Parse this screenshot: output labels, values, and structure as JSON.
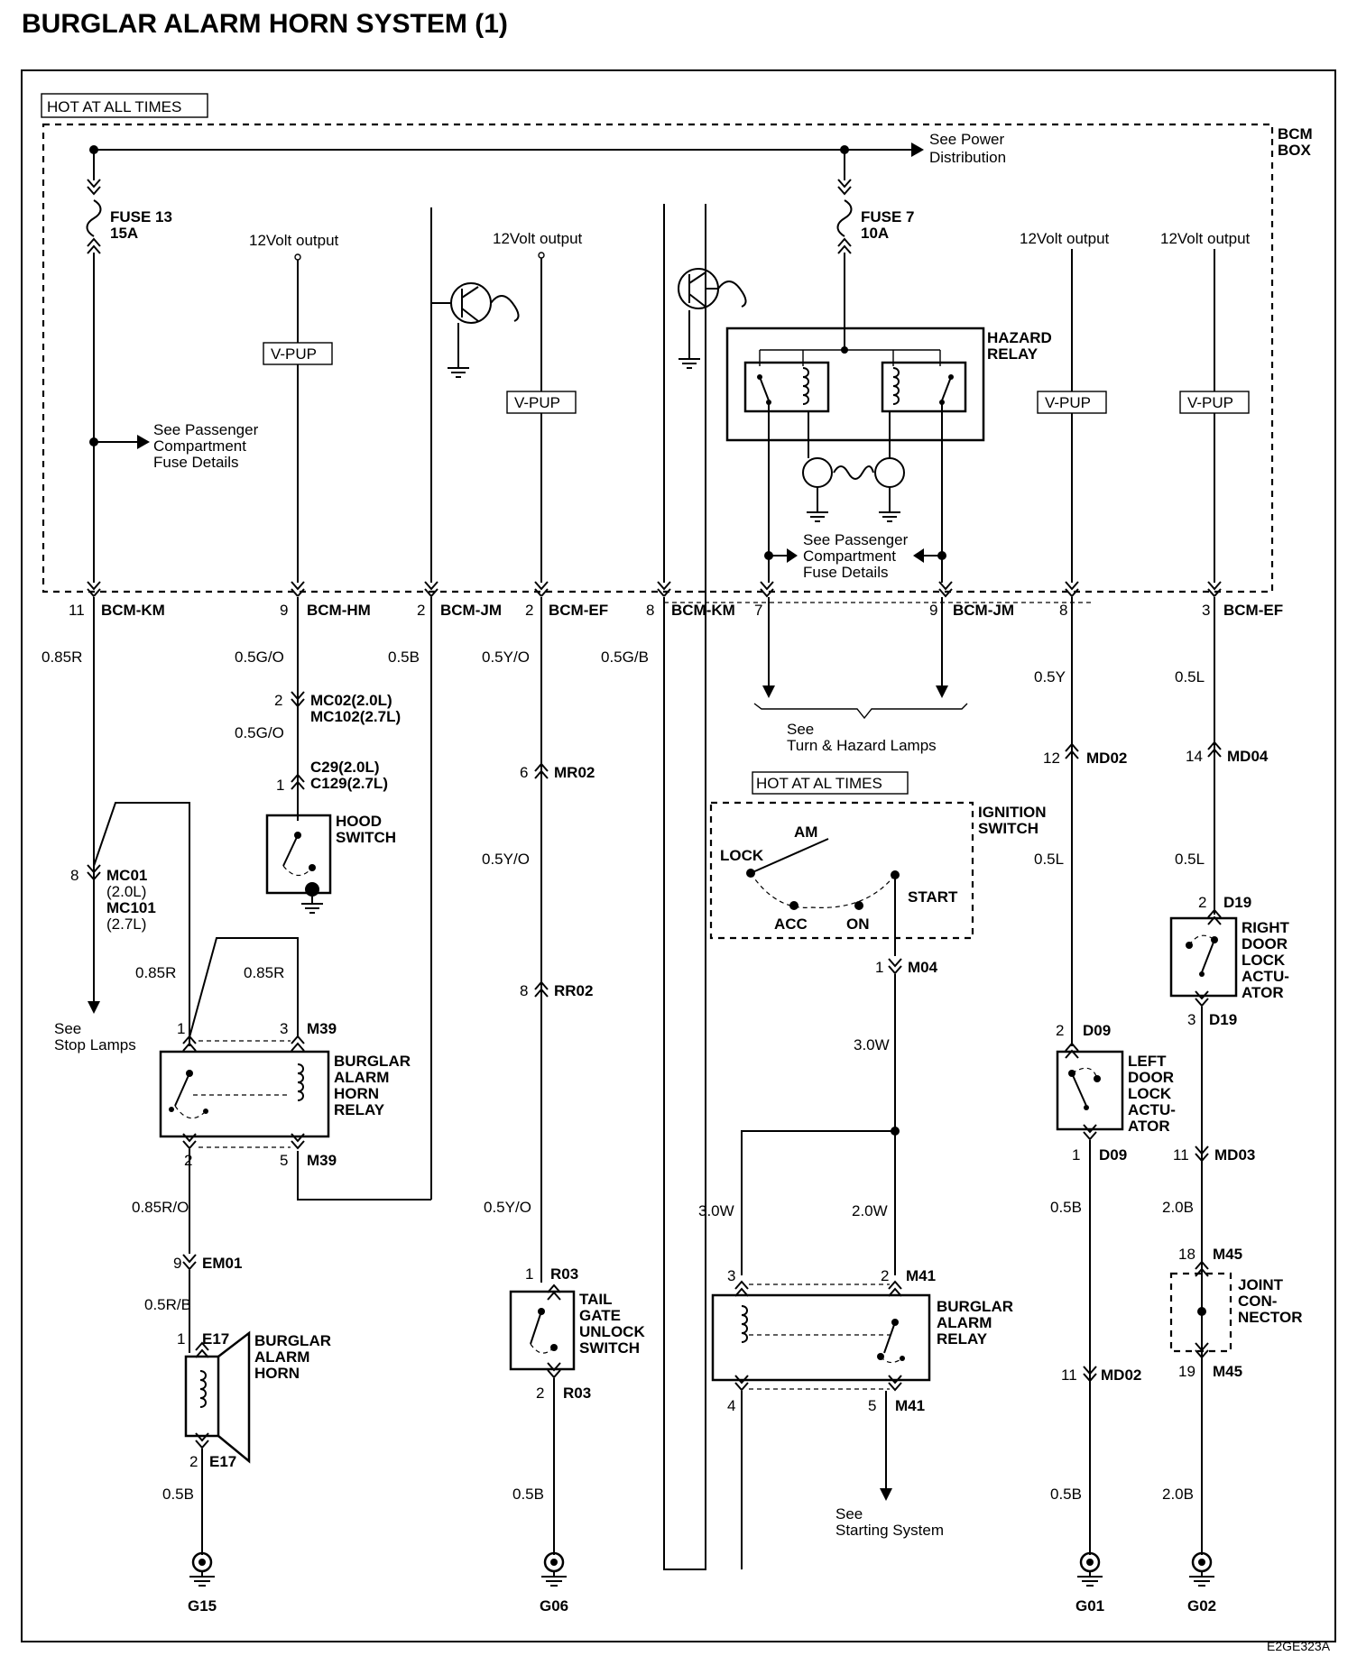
{
  "title": "BURGLAR ALARM HORN SYSTEM (1)",
  "footer_code": "E2GE323A",
  "hot_at_all_times": "HOT AT ALL TIMES",
  "hot_at_al_times": "HOT AT AL TIMES",
  "bcm_box": [
    "BCM",
    "BOX"
  ],
  "see_power_distribution": [
    "See Power",
    "Distribution"
  ],
  "fuse13": [
    "FUSE 13",
    "15A"
  ],
  "fuse7": [
    "FUSE 7",
    "10A"
  ],
  "twelve_volt": "12Volt output",
  "vpup": "V-PUP",
  "see_passenger_fuse": [
    "See Passenger",
    "Compartment",
    "Fuse Details"
  ],
  "hazard_relay": [
    "HAZARD",
    "RELAY"
  ],
  "see_turn_hazard": [
    "See",
    "Turn & Hazard Lamps"
  ],
  "see_stop_lamps": [
    "See",
    "Stop Lamps"
  ],
  "see_starting_system": [
    "See",
    "Starting System"
  ],
  "ignition_switch": {
    "title": [
      "IGNITION",
      "SWITCH"
    ],
    "lock": "LOCK",
    "am": "AM",
    "acc": "ACC",
    "on": "ON",
    "start": "START"
  },
  "connectors": [
    {
      "pin": "11",
      "name": "BCM-KM"
    },
    {
      "pin": "9",
      "name": "BCM-HM"
    },
    {
      "pin": "2",
      "name": "BCM-JM"
    },
    {
      "pin": "2",
      "name": "BCM-EF"
    },
    {
      "pin": "8",
      "name": "BCM-KM"
    },
    {
      "pin": "7",
      "name": ""
    },
    {
      "pin": "9",
      "name": "BCM-JM"
    },
    {
      "pin": "8",
      "name": ""
    },
    {
      "pin": "3",
      "name": "BCM-EF"
    }
  ],
  "wires": {
    "c1": "0.85R",
    "c2a": "0.5G/O",
    "c2b": "0.5G/O",
    "c3": "0.5B",
    "c4a": "0.5Y/O",
    "c4b": "0.5Y/O",
    "c4c": "0.5Y/O",
    "c5": "0.5G/B",
    "c8a": "0.5Y",
    "c8b": "0.5L",
    "c8c": "0.5B",
    "c8d": "0.5B",
    "c9a": "0.5L",
    "c9b": "0.5L",
    "c9c": "2.0B",
    "c9d": "2.0B",
    "r1a": "0.85R",
    "r1b": "0.85R",
    "r2": "0.85R/O",
    "r3": "0.5R/B",
    "r4": "0.5B",
    "m1": "3.0W",
    "m2": "3.0W",
    "m3": "2.0W",
    "t1": "0.5B"
  },
  "mc02": {
    "pin": "2",
    "lines": [
      "MC02(2.0L)",
      "MC102(2.7L)"
    ]
  },
  "c29": {
    "pin": "1",
    "lines": [
      "C29(2.0L)",
      "C129(2.7L)"
    ]
  },
  "hood_switch": [
    "HOOD",
    "SWITCH"
  ],
  "mc01": {
    "pin": "8",
    "lines": [
      "MC01",
      "(2.0L)",
      "MC101",
      "(2.7L)"
    ]
  },
  "horn_relay": {
    "name": [
      "BURGLAR",
      "ALARM",
      "HORN",
      "RELAY"
    ],
    "pin1": "1",
    "pin3": "3",
    "c_top": "M39",
    "pin2": "2",
    "pin5": "5",
    "c_bot": "M39"
  },
  "em01": {
    "pin": "9",
    "name": "EM01"
  },
  "horn": {
    "pin_top": "1",
    "c_top": "E17",
    "pin_bot": "2",
    "c_bot": "E17",
    "name": [
      "BURGLAR",
      "ALARM",
      "HORN"
    ]
  },
  "mr02": {
    "pin": "6",
    "name": "MR02"
  },
  "rr02": {
    "pin": "8",
    "name": "RR02"
  },
  "tailgate": {
    "pin_top": "1",
    "c_top": "R03",
    "pin_bot": "2",
    "c_bot": "R03",
    "name": [
      "TAIL",
      "GATE",
      "UNLOCK",
      "SWITCH"
    ]
  },
  "m04": {
    "pin": "1",
    "name": "M04"
  },
  "alarm_relay": {
    "name": [
      "BURGLAR",
      "ALARM",
      "RELAY"
    ],
    "pin3": "3",
    "pin2": "2",
    "c_top": "M41",
    "pin4": "4",
    "pin5": "5",
    "c_bot": "M41"
  },
  "md02_top": {
    "pin": "12",
    "name": "MD02"
  },
  "d09_top": {
    "pin": "2",
    "name": "D09"
  },
  "left_door": [
    "LEFT",
    "DOOR",
    "LOCK",
    "ACTU-",
    "ATOR"
  ],
  "d09_bot": {
    "pin": "1",
    "name": "D09"
  },
  "md02_bot": {
    "pin": "11",
    "name": "MD02"
  },
  "md04": {
    "pin": "14",
    "name": "MD04"
  },
  "d19_top": {
    "pin": "2",
    "name": "D19"
  },
  "right_door": [
    "RIGHT",
    "DOOR",
    "LOCK",
    "ACTU-",
    "ATOR"
  ],
  "d19_bot": {
    "pin": "3",
    "name": "D19"
  },
  "md03": {
    "pin": "11",
    "name": "MD03"
  },
  "m45_top": {
    "pin": "18",
    "name": "M45"
  },
  "joint": [
    "JOINT",
    "CON-",
    "NECTOR"
  ],
  "m45_bot": {
    "pin": "19",
    "name": "M45"
  },
  "grounds": [
    "G15",
    "G06",
    "G01",
    "G02"
  ]
}
